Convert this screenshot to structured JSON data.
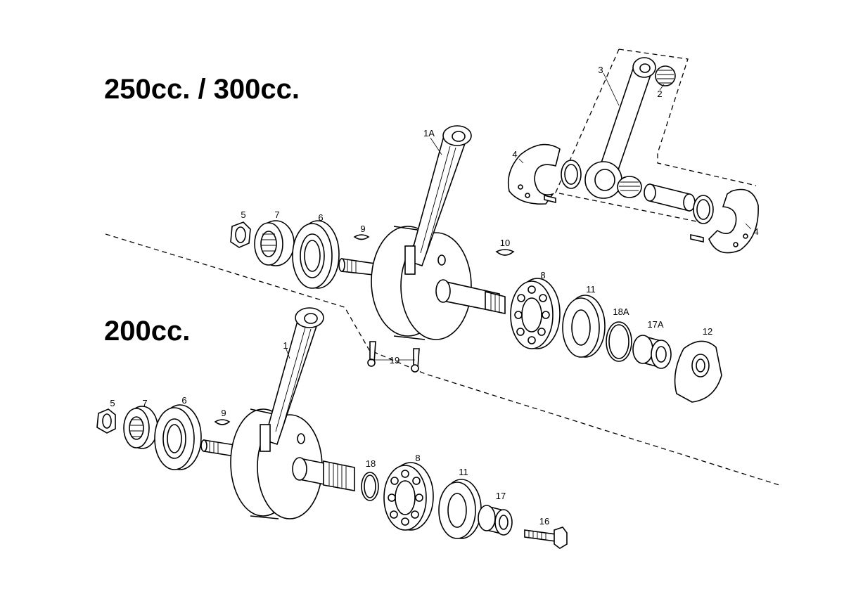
{
  "titles": {
    "upper": "250cc. / 300cc.",
    "lower": "200cc."
  },
  "part_numbers": {
    "p1a": "1A",
    "p2": "2",
    "p3": "3",
    "p4_left": "4",
    "p4_right": "4",
    "p5_upper": "5",
    "p7_upper": "7",
    "p6_upper": "6",
    "p9_upper": "9",
    "p10": "10",
    "p8_upper": "8",
    "p11_upper": "11",
    "p18a": "18A",
    "p17a": "17A",
    "p12": "12",
    "p19": "19",
    "p1": "1",
    "p5_lower": "5",
    "p7_lower": "7",
    "p6_lower": "6",
    "p9_lower": "9",
    "p18": "18",
    "p8_lower": "8",
    "p11_lower": "11",
    "p17": "17",
    "p16": "16"
  }
}
